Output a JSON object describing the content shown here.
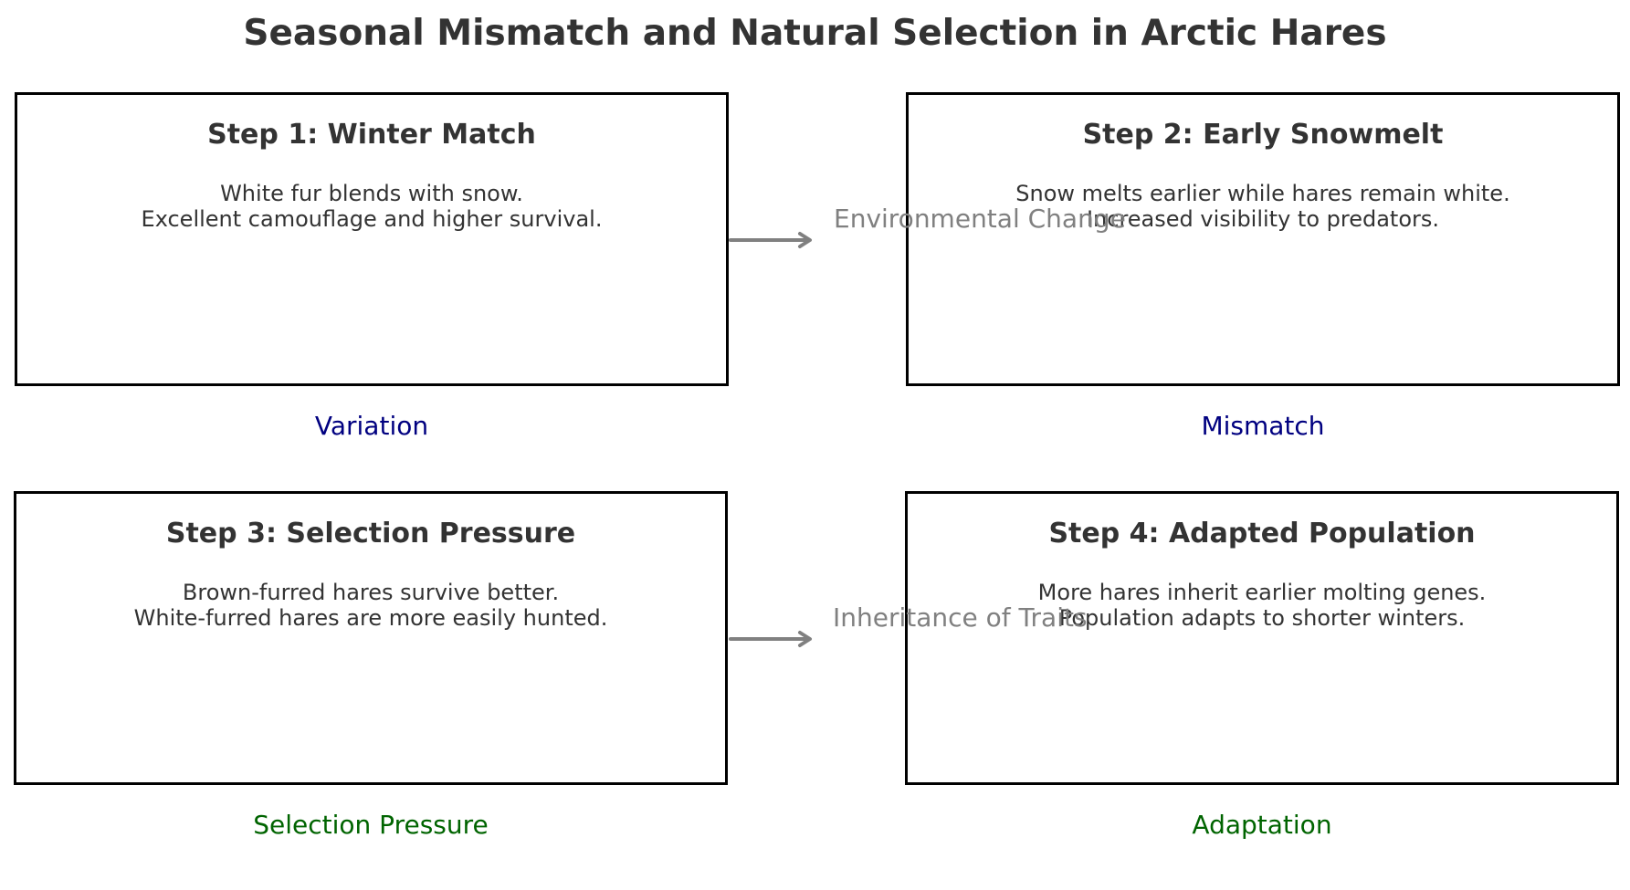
{
  "title": "Seasonal Mismatch and Natural Selection in Arctic Hares",
  "colors": {
    "text": "#333333",
    "border": "#000000",
    "arrow": "#808080",
    "caption_blue": "#000080",
    "caption_green": "#006400"
  },
  "steps": [
    {
      "title": "Step 1: Winter Match",
      "lines": [
        "White fur blends with snow.",
        "Excellent camouflage and higher survival."
      ],
      "caption": "Variation"
    },
    {
      "title": "Step 2: Early Snowmelt",
      "lines": [
        "Snow melts earlier while hares remain white.",
        "Increased visibility to predators."
      ],
      "caption": "Mismatch"
    },
    {
      "title": "Step 3: Selection Pressure",
      "lines": [
        "Brown-furred hares survive better.",
        "White-furred hares are more easily hunted."
      ],
      "caption": "Selection Pressure"
    },
    {
      "title": "Step 4: Adapted Population",
      "lines": [
        "More hares inherit earlier molting genes.",
        "Population adapts to shorter winters."
      ],
      "caption": "Adaptation"
    }
  ],
  "arrows": [
    {
      "label": "Environmental Change",
      "icon": "right-arrow-icon"
    },
    {
      "label": "Inheritance of Traits",
      "icon": "right-arrow-icon"
    }
  ]
}
